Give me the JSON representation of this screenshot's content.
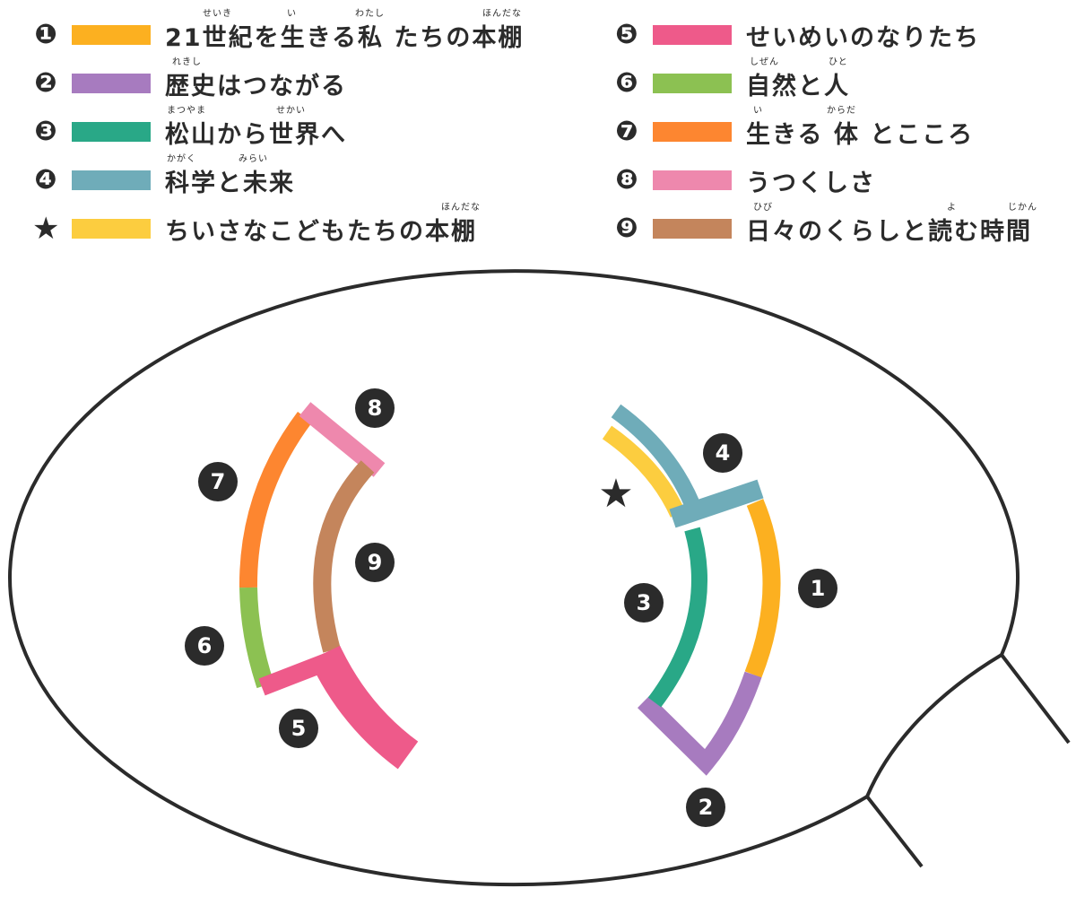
{
  "legend": {
    "items": [
      {
        "marker": "❶",
        "label": "21世紀を生きる私 たちの本棚",
        "color": "#FCB020",
        "furigana": [
          "せいき",
          "い",
          "わたし",
          "ほんだな"
        ]
      },
      {
        "marker": "❷",
        "label": "歴史はつながる",
        "color": "#A77BBF",
        "furigana": [
          "れきし"
        ]
      },
      {
        "marker": "❸",
        "label": "松山から世界へ",
        "color": "#29A887",
        "furigana": [
          "まつやま",
          "せかい"
        ]
      },
      {
        "marker": "❹",
        "label": "科学と未来",
        "color": "#6FACB9",
        "furigana": [
          "かがく",
          "みらい"
        ]
      },
      {
        "marker": "★",
        "label": "ちいさなこどもたちの本棚",
        "color": "#FCCD3F",
        "furigana": [
          "ほんだな"
        ]
      },
      {
        "marker": "❺",
        "label": "せいめいのなりたち",
        "color": "#EE5A8A",
        "furigana": []
      },
      {
        "marker": "❻",
        "label": "自然と人",
        "color": "#8CC152",
        "furigana": [
          "しぜん",
          "ひと"
        ]
      },
      {
        "marker": "❼",
        "label": "生きる 体 とこころ",
        "color": "#FD8630",
        "furigana": [
          "い",
          "からだ"
        ]
      },
      {
        "marker": "❽",
        "label": "うつくしさ",
        "color": "#EE88AD",
        "furigana": []
      },
      {
        "marker": "❾",
        "label": "日々のくらしと読む時間",
        "color": "#C4855C",
        "furigana": [
          "ひび",
          "よ",
          "じかん"
        ]
      }
    ]
  },
  "map": {
    "markers": [
      {
        "id": "1",
        "text": "1"
      },
      {
        "id": "2",
        "text": "2"
      },
      {
        "id": "3",
        "text": "3"
      },
      {
        "id": "4",
        "text": "4"
      },
      {
        "id": "star",
        "text": "★"
      },
      {
        "id": "5",
        "text": "5"
      },
      {
        "id": "6",
        "text": "6"
      },
      {
        "id": "7",
        "text": "7"
      },
      {
        "id": "8",
        "text": "8"
      },
      {
        "id": "9",
        "text": "9"
      }
    ]
  }
}
